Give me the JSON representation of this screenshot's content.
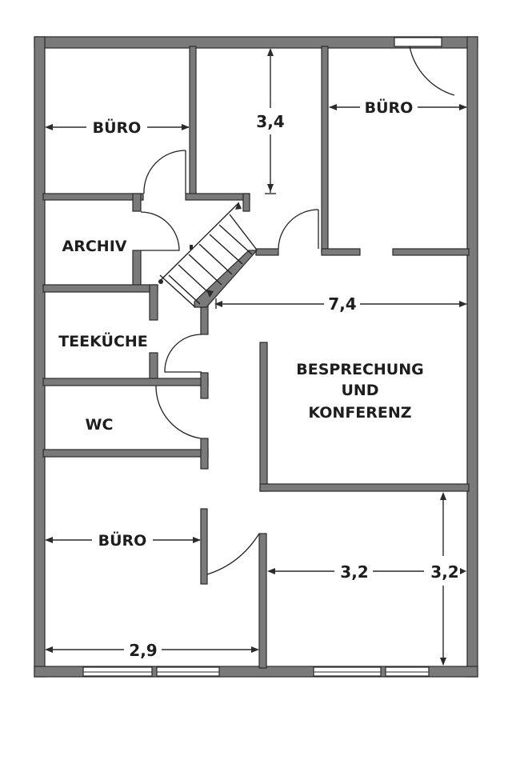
{
  "plan": {
    "rooms": [
      {
        "id": "buero-top-left",
        "label": "BÜRO"
      },
      {
        "id": "buero-top-right",
        "label": "BÜRO"
      },
      {
        "id": "archiv",
        "label": "ARCHIV"
      },
      {
        "id": "teekueche",
        "label": "TEEKÜCHE"
      },
      {
        "id": "wc",
        "label": "WC"
      },
      {
        "id": "besprechung",
        "lines": [
          "BESPRECHUNG",
          "UND",
          "KONFERENZ"
        ]
      },
      {
        "id": "buero-bottom-left",
        "label": "BÜRO"
      }
    ],
    "dimensions": {
      "top_middle_height": "3,4",
      "corridor_width": "7,4",
      "bottom_left_width": "2,9",
      "bottom_right_width": "3,2",
      "bottom_right_height": "3,2"
    },
    "colors": {
      "wall": "#7a7a7a",
      "outline": "#2a2a2a",
      "text": "#1e1e1e",
      "background": "#ffffff"
    }
  }
}
